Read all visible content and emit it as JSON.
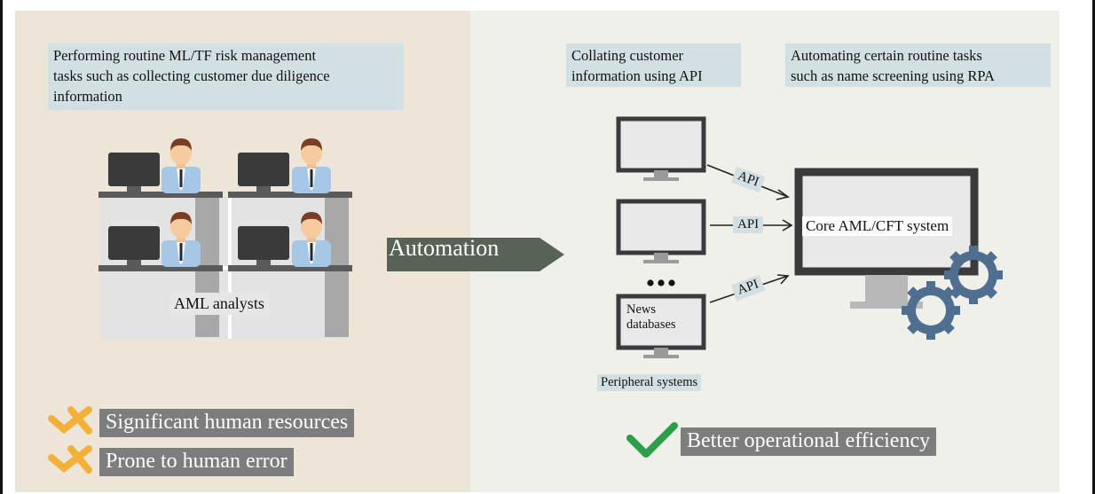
{
  "left_panel": {
    "callout_lines": [
      "Performing routine ML/TF risk management",
      "tasks such as collecting customer due diligence",
      "information"
    ],
    "analysts_label": "AML analysts",
    "drawbacks": [
      "Significant human resources",
      "Prone to human error"
    ],
    "drawback_icon": "cross-icon",
    "drawback_icon_color": "#f4b13a"
  },
  "automation": {
    "label": "Automation",
    "color": "#596355"
  },
  "right_panel": {
    "callout_api_lines": [
      "Collating customer",
      "information using API"
    ],
    "callout_rpa_lines": [
      "Automating certain routine tasks",
      "such as name screening using RPA"
    ],
    "api_labels": [
      "API",
      "API",
      "API"
    ],
    "news_lines": [
      "News",
      "databases"
    ],
    "ellipsis": "•••",
    "peripheral_label": "Peripheral systems",
    "core_system_label": "Core AML/CFT system",
    "benefit": "Better operational efficiency",
    "benefit_icon": "checkmark-icon",
    "benefit_icon_color": "#2e9e4a",
    "gear_color": "#4f6e90"
  }
}
